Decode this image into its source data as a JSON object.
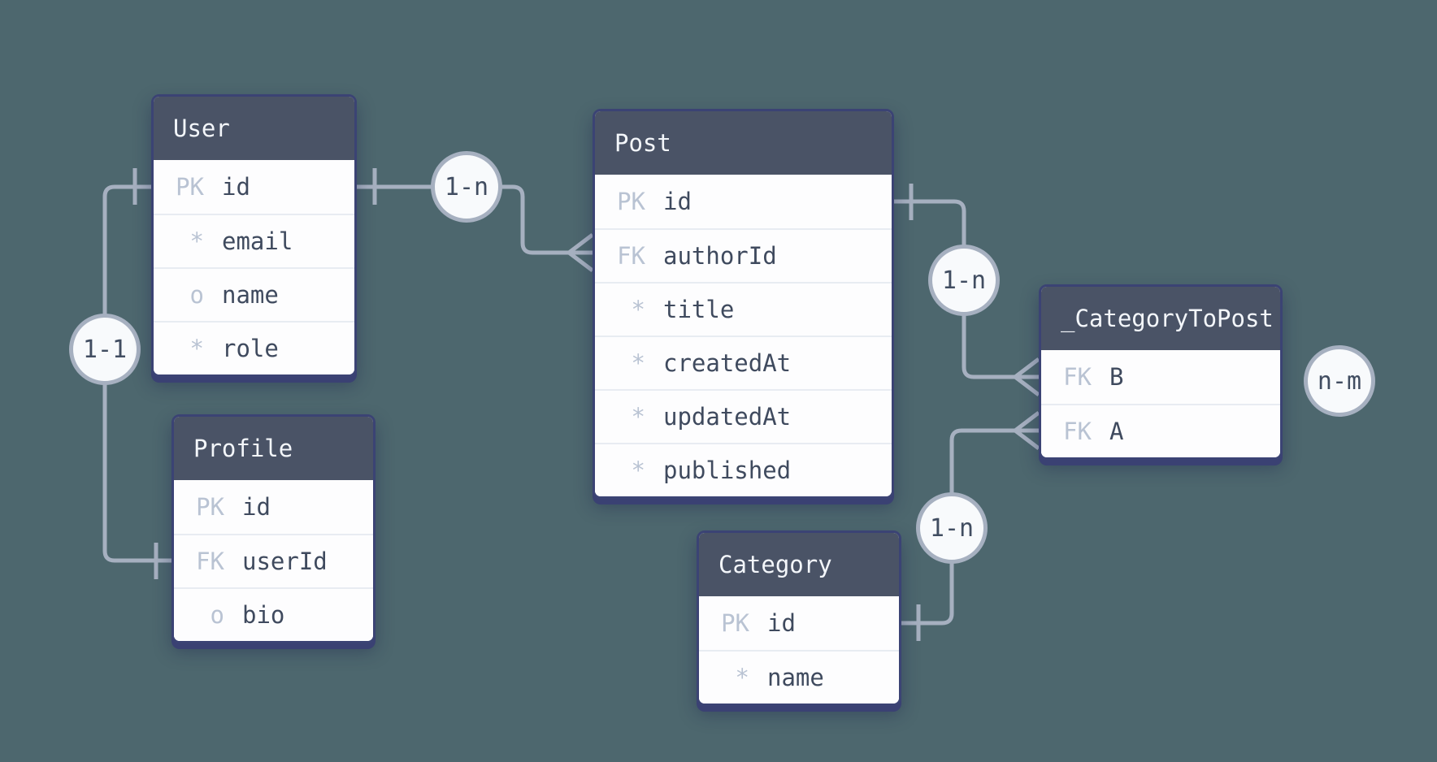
{
  "diagram": {
    "type": "entity-relationship-diagram",
    "colors": {
      "background": "#4d676e",
      "wire": "#a6b0c0",
      "card_border": "#3b4374",
      "card_shadow": "#3a4173",
      "card_header_bg": "#4a5366",
      "card_header_text": "#f3f6fa",
      "card_body_bg": "#fdfdfe",
      "key_prefix_text": "#b9c3d3",
      "field_text": "#3f4a5e",
      "badge_bg": "#f8fafc",
      "badge_text": "#414d61"
    }
  },
  "tables": [
    {
      "title": "User",
      "fields": [
        {
          "prefix": "PK",
          "name": "id"
        },
        {
          "prefix": "*",
          "name": "email"
        },
        {
          "prefix": "o",
          "name": "name"
        },
        {
          "prefix": "*",
          "name": "role"
        }
      ]
    },
    {
      "title": "Profile",
      "fields": [
        {
          "prefix": "PK",
          "name": "id"
        },
        {
          "prefix": "FK",
          "name": "userId"
        },
        {
          "prefix": "o",
          "name": "bio"
        }
      ]
    },
    {
      "title": "Post",
      "fields": [
        {
          "prefix": "PK",
          "name": "id"
        },
        {
          "prefix": "FK",
          "name": "authorId"
        },
        {
          "prefix": "*",
          "name": "title"
        },
        {
          "prefix": "*",
          "name": "createdAt"
        },
        {
          "prefix": "*",
          "name": "updatedAt"
        },
        {
          "prefix": "*",
          "name": "published"
        }
      ]
    },
    {
      "title": "Category",
      "fields": [
        {
          "prefix": "PK",
          "name": "id"
        },
        {
          "prefix": "*",
          "name": "name"
        }
      ]
    },
    {
      "title": "_CategoryToPost",
      "fields": [
        {
          "prefix": "FK",
          "name": "B"
        },
        {
          "prefix": "FK",
          "name": "A"
        }
      ]
    }
  ],
  "relationships": [
    {
      "label": "1-1",
      "from": "User.id",
      "to": "Profile.userId"
    },
    {
      "label": "1-n",
      "from": "User.id",
      "to": "Post.authorId"
    },
    {
      "label": "1-n",
      "from": "Post.id",
      "to": "_CategoryToPost.B"
    },
    {
      "label": "1-n",
      "from": "Category.id",
      "to": "_CategoryToPost.A"
    },
    {
      "label": "n-m",
      "from": "Category",
      "to": "Post"
    }
  ]
}
